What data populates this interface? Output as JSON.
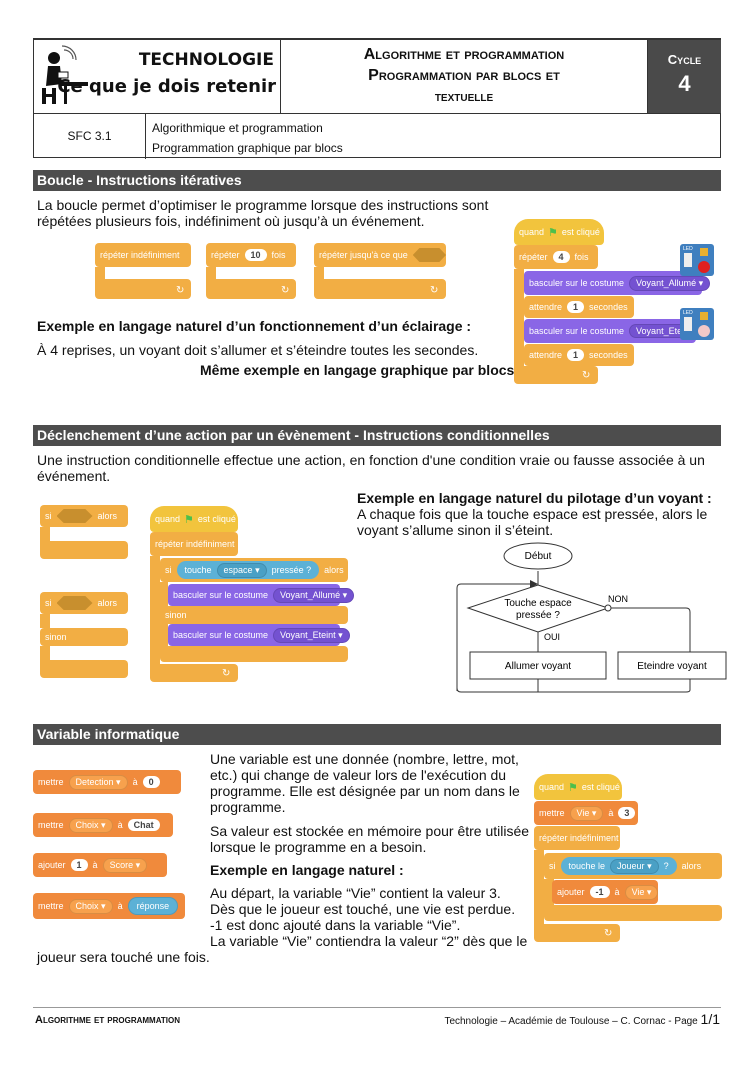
{
  "header": {
    "subject": "TECHNOLOGIE",
    "subtitle": "Ce que je dois retenir",
    "title_lines": [
      "Algorithme et programmation",
      "Programmation par blocs et",
      "textuelle"
    ],
    "cycle_label": "Cycle",
    "cycle_number": "4",
    "sfc_code": "SFC 3.1",
    "sfc_lines": [
      "Algorithmique et programmation",
      "Programmation graphique par blocs"
    ]
  },
  "section1": {
    "heading": "Boucle - Instructions itératives",
    "intro_lines": [
      "La boucle permet d’optimiser le programme lorsque des instructions sont",
      "répétées plusieurs fois, indéfiniment où jusqu’à un événement."
    ],
    "loop_blocks": {
      "forever": "répéter indéfiniment",
      "repeat_prefix": "répéter",
      "repeat_value": "10",
      "repeat_suffix": "fois",
      "until": "répéter jusqu'à ce que"
    },
    "example_title": "Exemple en langage naturel d’un fonctionnement d’un éclairage :",
    "example_text": "À 4 reprises, un voyant doit s’allumer et s’éteindre toutes les secondes.",
    "graphic_caption": "Même exemple en langage graphique par blocs",
    "program": {
      "hat_left": "quand",
      "hat_right": "est cliqué",
      "repeat_prefix": "répéter",
      "repeat_value": "4",
      "repeat_suffix": "fois",
      "costume_label": "basculer sur le costume",
      "costume_on": "Voyant_Allumé",
      "costume_off": "Voyant_Eteint",
      "wait_prefix": "attendre",
      "wait_value": "1",
      "wait_suffix": "secondes",
      "led_label": "LED"
    }
  },
  "section2": {
    "heading": "Déclenchement d’une action par un évènement - Instructions conditionnelles",
    "intro_lines": [
      "Une instruction conditionnelle effectue une action, en fonction d'une condition vraie ou fausse associée à un",
      "événement."
    ],
    "if_label": "si",
    "then_label": "alors",
    "else_label": "sinon",
    "program": {
      "hat_left": "quand",
      "hat_right": "est cliqué",
      "forever": "répéter indéfiniment",
      "if_label": "si",
      "key_label": "touche",
      "key_value": "espace",
      "pressed_label": "pressée ?",
      "then_label": "alors",
      "costume_label": "basculer sur le costume",
      "costume_on": "Voyant_Allumé",
      "else_label": "sinon",
      "costume_off": "Voyant_Eteint"
    },
    "example_title": "Exemple en langage naturel du pilotage d’un voyant :",
    "example_lines": [
      "A chaque fois que la touche espace est pressée, alors le",
      "voyant s’allume sinon il s’éteint."
    ],
    "flowchart": {
      "start": "Début",
      "decision_lines": [
        "Touche espace",
        "pressée ?"
      ],
      "no_label": "NON",
      "yes_label": "OUI",
      "action_yes": "Allumer voyant",
      "action_no": "Eteindre voyant"
    }
  },
  "section3": {
    "heading": "Variable informatique",
    "blocks": [
      {
        "verb": "mettre",
        "var": "Detection",
        "mid": "à",
        "value": "0"
      },
      {
        "verb": "mettre",
        "var": "Choix",
        "mid": "à",
        "value": "Chat"
      },
      {
        "verb": "ajouter",
        "value": "1",
        "mid": "à",
        "var": "Score"
      },
      {
        "verb": "mettre",
        "var": "Choix",
        "mid": "à",
        "value": "réponse"
      }
    ],
    "para1_lines": [
      "Une variable est une donnée (nombre, lettre, mot,",
      "etc.) qui change de valeur lors de l'exécution du",
      "programme. Elle est désignée par un nom dans le",
      "programme."
    ],
    "para2_lines": [
      "Sa valeur est stockée en mémoire pour être utilisée",
      "lorsque le programme en a besoin."
    ],
    "example_title": "Exemple en langage naturel :",
    "example_lines": [
      "Au départ, la variable “Vie” contient la valeur 3.",
      "Dès que le joueur est touché, une vie est perdue.",
      "-1 est donc ajouté dans la variable “Vie”.",
      "La variable “Vie” contiendra la valeur “2” dès que le"
    ],
    "example_last": "joueur sera touché une fois.",
    "program": {
      "hat_left": "quand",
      "hat_right": "est cliqué",
      "set_verb": "mettre",
      "set_var": "Vie",
      "set_mid": "à",
      "set_value": "3",
      "forever": "répéter indéfiniment",
      "if_label": "si",
      "touch_label": "touche le",
      "touch_value": "Joueur",
      "question": "?",
      "then_label": "alors",
      "add_verb": "ajouter",
      "add_value": "-1",
      "add_mid": "à",
      "add_var": "Vie"
    }
  },
  "footer": {
    "left": "Algorithme et programmation",
    "right": "Technologie – Académie de Toulouse – C. Cornac - Page ",
    "page": "1/1"
  }
}
